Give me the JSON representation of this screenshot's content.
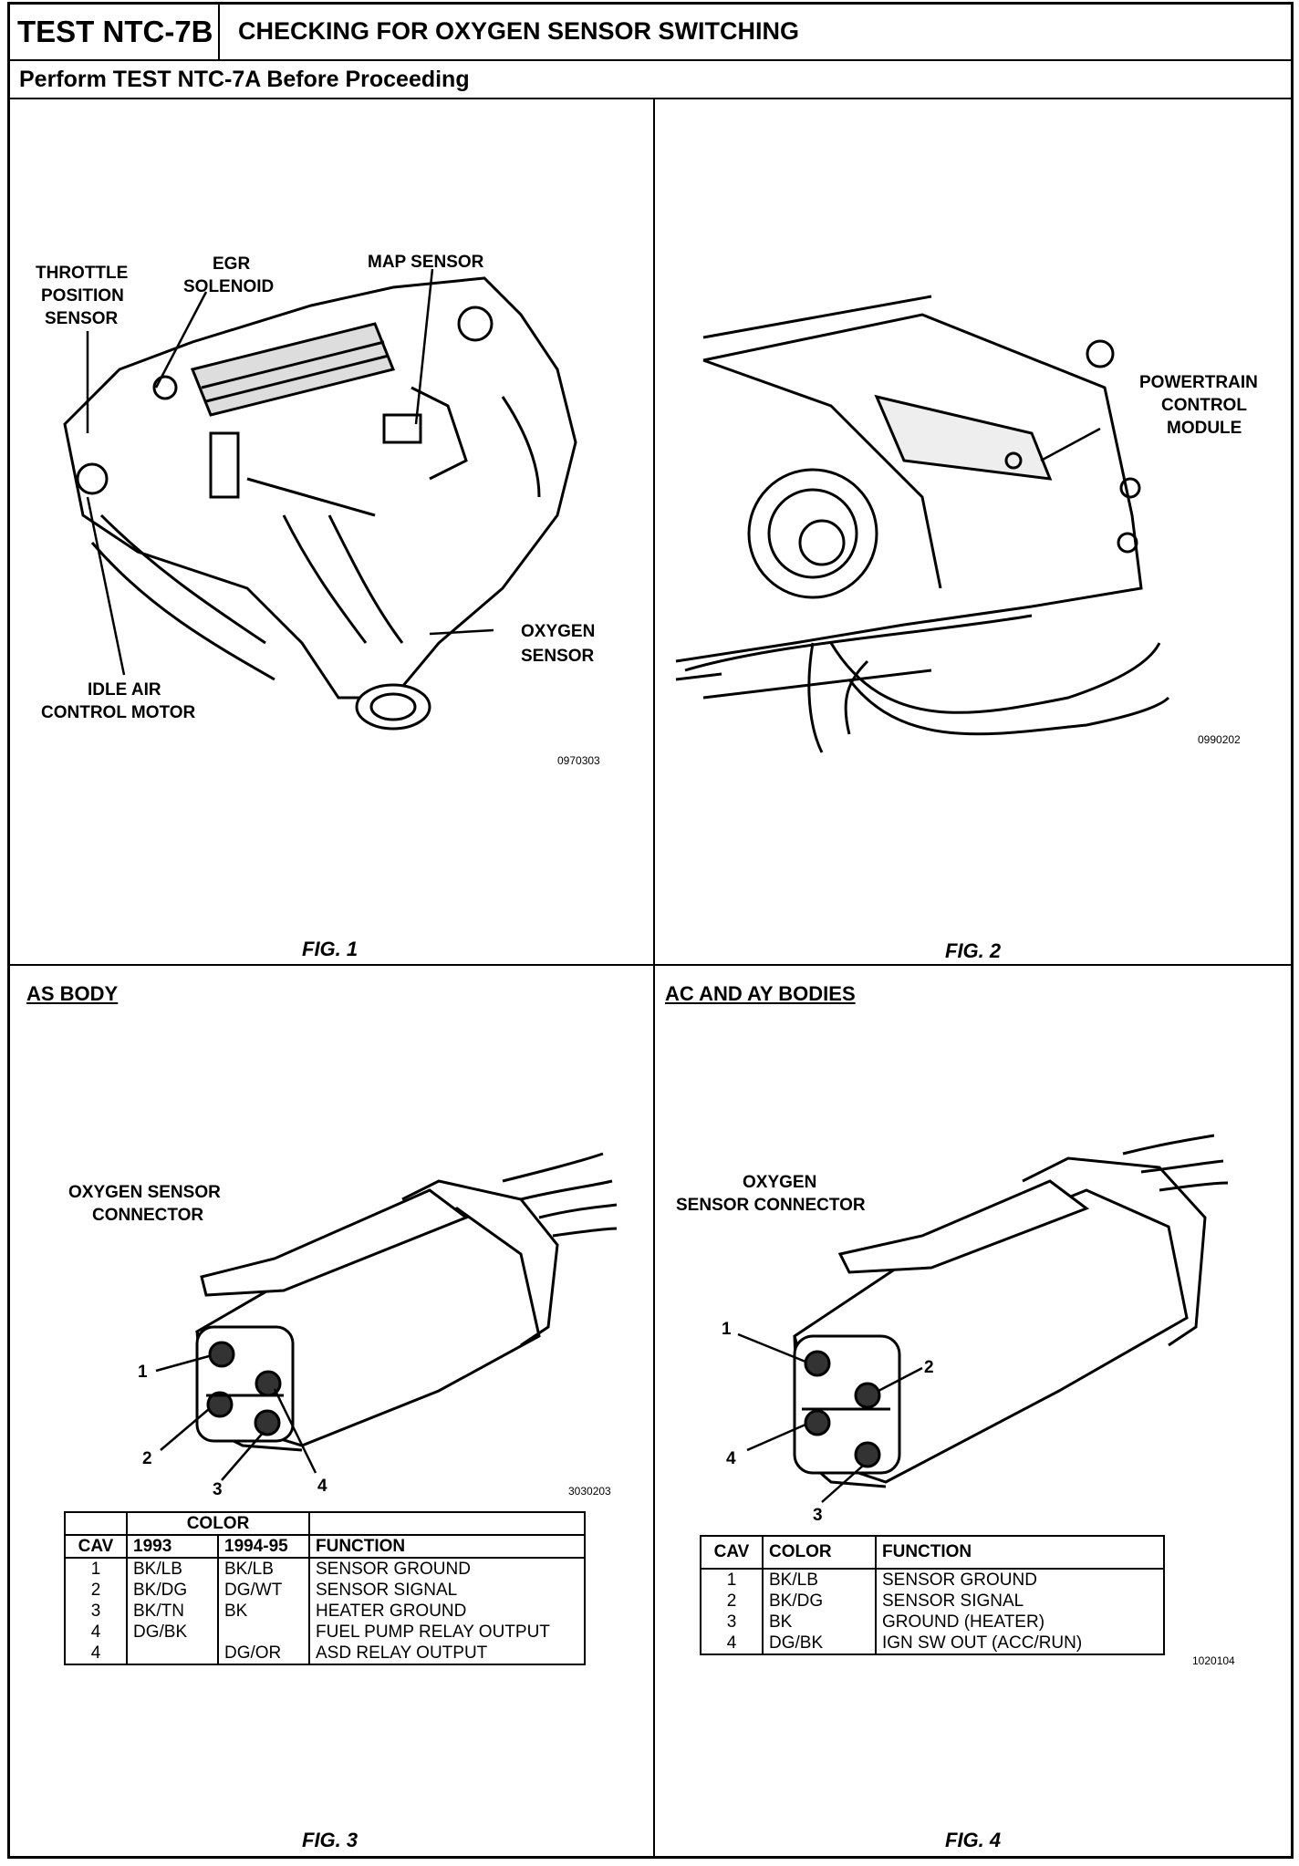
{
  "header": {
    "test_id": "TEST NTC-7B",
    "title": "CHECKING FOR OXYGEN SENSOR SWITCHING",
    "subtitle": "Perform TEST NTC-7A Before Proceeding"
  },
  "fig1": {
    "caption": "FIG. 1",
    "code": "0970303",
    "labels": {
      "throttle_1": "THROTTLE",
      "throttle_2": "POSITION",
      "throttle_3": "SENSOR",
      "egr_1": "EGR",
      "egr_2": "SOLENOID",
      "map": "MAP SENSOR",
      "oxygen_1": "OXYGEN",
      "oxygen_2": "SENSOR",
      "idle_1": "IDLE AIR",
      "idle_2": "CONTROL MOTOR"
    }
  },
  "fig2": {
    "caption": "FIG. 2",
    "code": "0990202",
    "labels": {
      "pcm_1": "POWERTRAIN",
      "pcm_2": "CONTROL",
      "pcm_3": "MODULE"
    }
  },
  "fig3": {
    "section": "AS BODY",
    "caption": "FIG. 3",
    "code": "3030203",
    "connector_1": "OXYGEN SENSOR",
    "connector_2": "CONNECTOR",
    "pins": [
      "1",
      "2",
      "3",
      "4"
    ],
    "table": {
      "group_header": "COLOR",
      "headers": [
        "CAV",
        "1993",
        "1994-95",
        "FUNCTION"
      ],
      "rows": [
        [
          "1",
          "BK/LB",
          "BK/LB",
          "SENSOR GROUND"
        ],
        [
          "2",
          "BK/DG",
          "DG/WT",
          "SENSOR SIGNAL"
        ],
        [
          "3",
          "BK/TN",
          "BK",
          "HEATER GROUND"
        ],
        [
          "4",
          "DG/BK",
          "",
          "FUEL PUMP RELAY OUTPUT"
        ],
        [
          "4",
          "",
          "DG/OR",
          "ASD RELAY OUTPUT"
        ]
      ]
    }
  },
  "fig4": {
    "section": "AC AND AY BODIES",
    "caption": "FIG. 4",
    "code": "1020104",
    "connector_1": "OXYGEN",
    "connector_2": "SENSOR CONNECTOR",
    "pins": [
      "1",
      "2",
      "4",
      "3"
    ],
    "table": {
      "headers": [
        "CAV",
        "COLOR",
        "FUNCTION"
      ],
      "rows": [
        [
          "1",
          "BK/LB",
          "SENSOR GROUND"
        ],
        [
          "2",
          "BK/DG",
          "SENSOR SIGNAL"
        ],
        [
          "3",
          "BK",
          "GROUND (HEATER)"
        ],
        [
          "4",
          "DG/BK",
          "IGN SW OUT (ACC/RUN)"
        ]
      ]
    }
  }
}
